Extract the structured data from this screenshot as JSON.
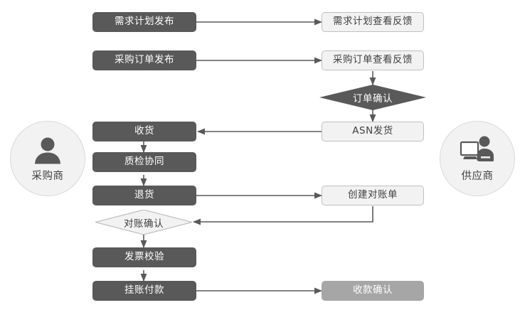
{
  "diagram": {
    "title": "",
    "background": "#ffffff",
    "colors": {
      "dark_fill": "#595959",
      "mid_fill": "#a6a6a6",
      "light_fill": "#f2f2f2",
      "light_border": "#bfbfbf",
      "edge": "#595959",
      "dark_text": "#404040",
      "light_text": "#ffffff",
      "actor_fill": "#f2f2f2",
      "actor_border": "#d9d9d9"
    },
    "actors": [
      {
        "id": "buyer",
        "label": "采购商",
        "icon": "person-icon",
        "side": "left"
      },
      {
        "id": "supplier",
        "label": "供应商",
        "icon": "person-at-computer-icon",
        "side": "right"
      }
    ],
    "nodes": [
      {
        "id": "demand_plan_publish",
        "label": "需求计划发布",
        "shape": "rect",
        "style": "dark",
        "lane": "buyer"
      },
      {
        "id": "demand_plan_feedback",
        "label": "需求计划查看反馈",
        "shape": "rect",
        "style": "light",
        "lane": "supplier"
      },
      {
        "id": "po_publish",
        "label": "采购订单发布",
        "shape": "rect",
        "style": "dark",
        "lane": "buyer"
      },
      {
        "id": "po_feedback",
        "label": "采购订单查看反馈",
        "shape": "rect",
        "style": "light",
        "lane": "supplier"
      },
      {
        "id": "order_confirm",
        "label": "订单确认",
        "shape": "diamond",
        "style": "dark",
        "lane": "supplier"
      },
      {
        "id": "asn_ship",
        "label": "ASN发货",
        "shape": "rect",
        "style": "light",
        "lane": "supplier"
      },
      {
        "id": "receive_goods",
        "label": "收货",
        "shape": "rect",
        "style": "dark",
        "lane": "buyer"
      },
      {
        "id": "qc_collab",
        "label": "质检协同",
        "shape": "rect",
        "style": "dark",
        "lane": "buyer"
      },
      {
        "id": "return_goods",
        "label": "退货",
        "shape": "rect",
        "style": "dark",
        "lane": "buyer"
      },
      {
        "id": "create_statement",
        "label": "创建对账单",
        "shape": "rect",
        "style": "light",
        "lane": "supplier"
      },
      {
        "id": "statement_confirm",
        "label": "对账确认",
        "shape": "diamond",
        "style": "light",
        "lane": "buyer"
      },
      {
        "id": "invoice_verify",
        "label": "发票校验",
        "shape": "rect",
        "style": "dark",
        "lane": "buyer"
      },
      {
        "id": "pending_payment",
        "label": "挂账付款",
        "shape": "rect",
        "style": "dark",
        "lane": "buyer"
      },
      {
        "id": "receipt_confirm",
        "label": "收款确认",
        "shape": "rect",
        "style": "mid",
        "lane": "supplier"
      }
    ],
    "edges": [
      {
        "from": "demand_plan_publish",
        "to": "demand_plan_feedback",
        "direction": "right"
      },
      {
        "from": "po_publish",
        "to": "po_feedback",
        "direction": "right"
      },
      {
        "from": "po_feedback",
        "to": "order_confirm",
        "direction": "down"
      },
      {
        "from": "order_confirm",
        "to": "asn_ship",
        "direction": "down"
      },
      {
        "from": "asn_ship",
        "to": "receive_goods",
        "direction": "left"
      },
      {
        "from": "receive_goods",
        "to": "qc_collab",
        "direction": "down"
      },
      {
        "from": "qc_collab",
        "to": "return_goods",
        "direction": "down"
      },
      {
        "from": "return_goods",
        "to": "create_statement",
        "direction": "right"
      },
      {
        "from": "create_statement",
        "to": "statement_confirm",
        "direction": "down-left"
      },
      {
        "from": "statement_confirm",
        "to": "invoice_verify",
        "direction": "down"
      },
      {
        "from": "invoice_verify",
        "to": "pending_payment",
        "direction": "down"
      },
      {
        "from": "pending_payment",
        "to": "receipt_confirm",
        "direction": "right"
      }
    ]
  }
}
